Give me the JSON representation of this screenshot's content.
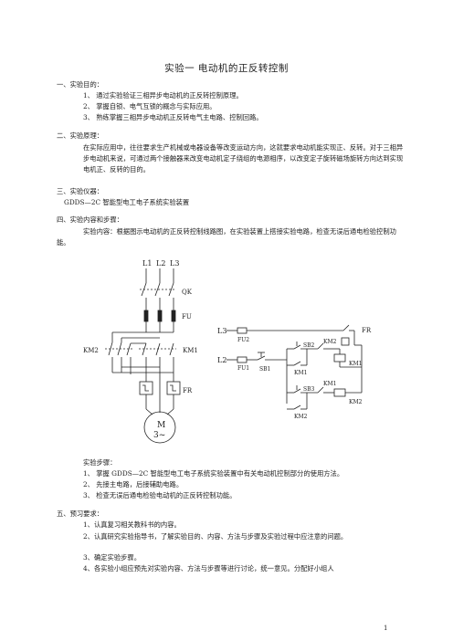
{
  "title": "实验一   电动机的正反转控制",
  "s1": {
    "heading": "一、实验目的：",
    "items": [
      "1、 通过实验验证三相异步电动机的正反转控制原理。",
      "2、 掌握自锁、电气互锁的概念与实际应用。",
      "3、 熟练掌握三相异步电动机正反转电气主电路、控制回路。"
    ]
  },
  "s2": {
    "heading": "二、实验原理：",
    "para": "在实际应用中，往往要求生产机械或电器设备等改变运动方向，这就要求电动机能实现正、反转。对于三相异步电动机来说，可通过两个接触器来改变电动机定子绕组的电源相序，以改变定子旋转磁场旋转方向达到实现电机正、反转的目的。"
  },
  "s3": {
    "heading": "三、实验仪器：",
    "item": "GDDS—2C 智能型电工电子系统实验装置"
  },
  "s4": {
    "heading": "四、实验内容和步骤：",
    "para": "实验内容：根据图示电动机的正反转控制线路图，在实验装置上搭接实验电路，检查无误后通电检验控制功能。"
  },
  "diagram": {
    "main": {
      "l1": "L1",
      "l2": "L2",
      "l3": "L3",
      "qk": "QK",
      "fu": "FU",
      "km2": "KM2",
      "km1": "KM1",
      "fr": "FR",
      "motor_m": "M",
      "motor_phase": "3~"
    },
    "control": {
      "l3": "L3",
      "l2": "L2",
      "fu2": "FU2",
      "fu1": "FU1",
      "fr": "FR",
      "sb1": "SB1",
      "sb2": "SB2",
      "sb3": "SB3",
      "km2_top": "KM2",
      "km1_coil": "KM1",
      "km1_seal": "KM1",
      "km1_lock": "KM1",
      "km2_coil": "KM2",
      "km2_seal": "KM2"
    }
  },
  "steps": {
    "heading": "实验步骤：",
    "items": [
      "1、 掌握 GDDS—2C 智能型电工电子系统实验装置中有关电动机控制部分的使用方法。",
      "2、 先接主电路，后接辅助电路。",
      "3、 检查无误后通电检验电动机的正反转控制功能。"
    ]
  },
  "s5": {
    "heading": "五、预习要求：",
    "items": [
      "1、认真复习相关教科书的内容。",
      "2、认真研究实验指导书，了解实验目的、内容、方法与步骤及实验过程中应注意的问题。",
      "3、确定实验步骤。",
      "4、各实验小组应预先对实验内容、方法与步骤等进行讨论，统一意见。分配好小组人"
    ]
  },
  "page_number": "1"
}
